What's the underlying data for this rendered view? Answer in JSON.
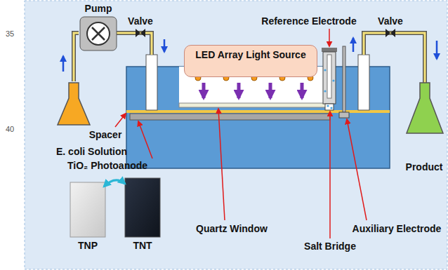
{
  "diagram": {
    "nodes": [
      {
        "text": [
          "Pump"
        ]
      },
      {
        "text": [
          "LED Array Light Source"
        ]
      },
      {
        "text": [
          "E. coli Solution"
        ]
      },
      {
        "text": [
          "Product"
        ]
      }
    ],
    "edges": [
      {
        "from": 2,
        "to": 0,
        "arrow": "none"
      }
    ],
    "labels": [
      "35",
      "Valve",
      "Reference Electrode",
      "Valve",
      "Spacer",
      "40",
      "TiO₂ Photoanode",
      "TNP",
      "TNT",
      "Quartz Window",
      "Salt Bridge",
      "Auxiliary Electrode"
    ]
  }
}
